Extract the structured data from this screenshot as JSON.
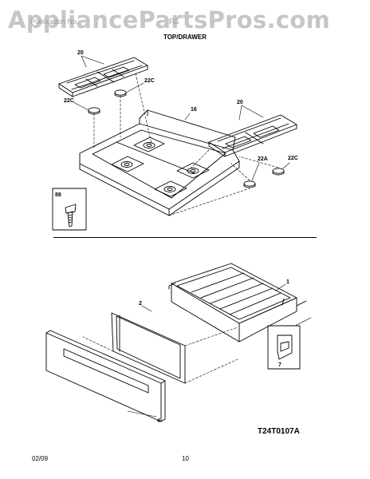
{
  "watermark": "AppliancePartsPros.com",
  "header": {
    "left_text": "Publication No.",
    "right_text": "FG"
  },
  "section_title": "TOP/DRAWER",
  "callouts": {
    "grate_left": "20",
    "grate_right": "20",
    "grommet_left_a": "22C",
    "grommet_left_b": "22C",
    "grommet_right_a": "22A",
    "grommet_right_b": "22C",
    "main_top": "16",
    "fastener": "88",
    "drawer": "1",
    "drawer_panel": "2",
    "drawer_front": "4",
    "drawer_bracket": "7"
  },
  "diagram_code": "T24T0107A",
  "footer": {
    "date": "02/09",
    "page": "10"
  }
}
